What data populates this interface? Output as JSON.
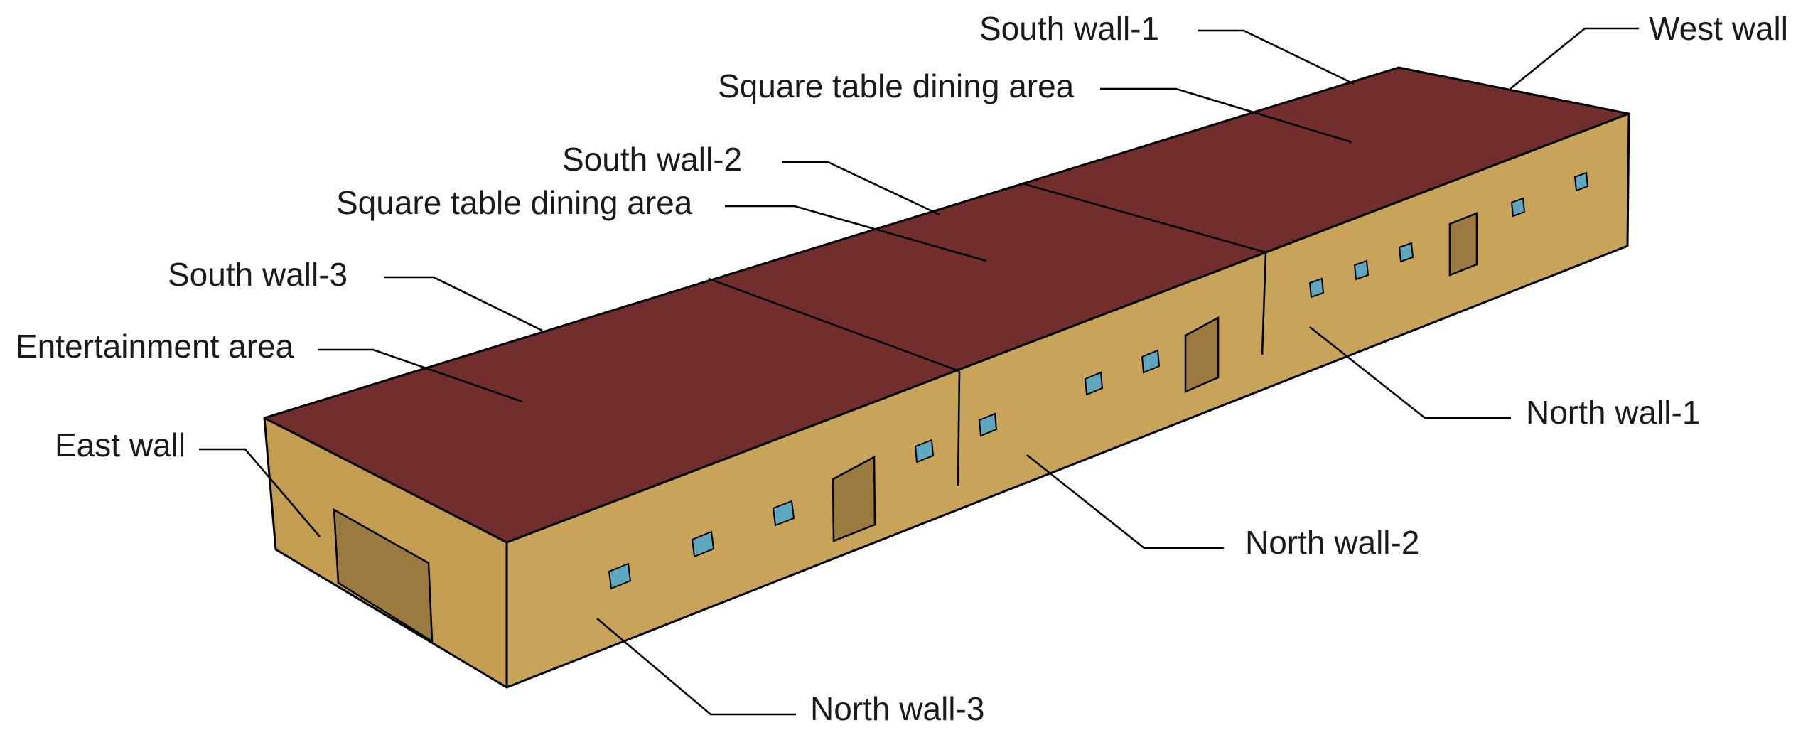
{
  "colors": {
    "roof": "#722d2d",
    "wall_north": "#c8a45a",
    "wall_east": "#c29d52",
    "door": "#9b7a3f",
    "window": "#5fa6bf",
    "outline": "#000000",
    "label_text": "#1a1a1a"
  },
  "labels": {
    "south_wall_1": "South wall-1",
    "west_wall": "West wall",
    "square_table_dining_area_1": "Square table dining area",
    "south_wall_2": "South wall-2",
    "square_table_dining_area_2": "Square table dining area",
    "south_wall_3": "South wall-3",
    "entertainment_area": "Entertainment area",
    "east_wall": "East wall",
    "north_wall_1": "North wall-1",
    "north_wall_2": "North wall-2",
    "north_wall_3": "North wall-3"
  }
}
